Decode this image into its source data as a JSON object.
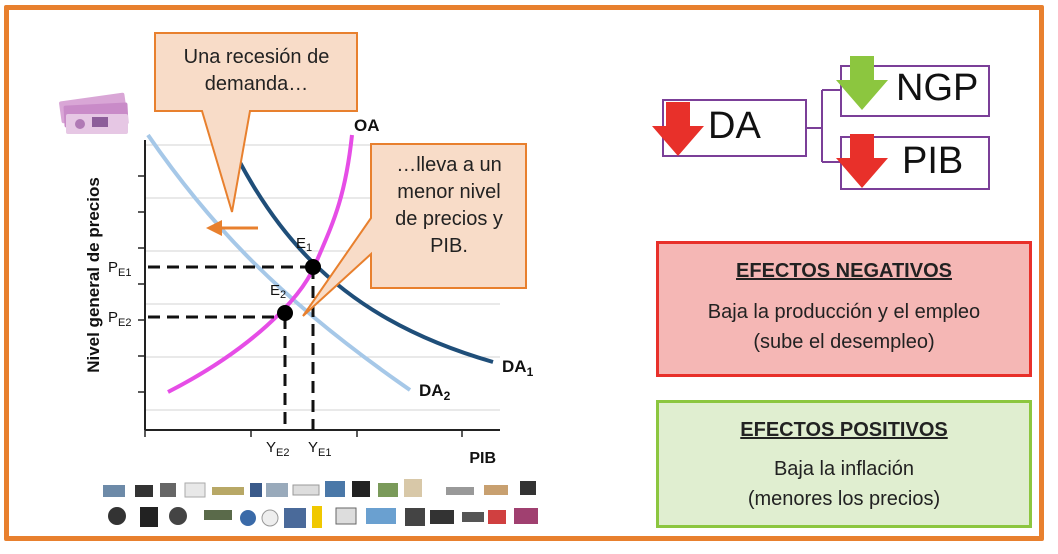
{
  "chart_data": {
    "type": "line",
    "ylabel": "Nivel general de precios",
    "xlabel": "PIB",
    "series": [
      {
        "name": "OA"
      },
      {
        "name": "DA1"
      },
      {
        "name": "DA2"
      }
    ],
    "points": [
      {
        "name": "E1",
        "x_label": "YE1",
        "y_label": "PE1"
      },
      {
        "name": "E2",
        "x_label": "YE2",
        "y_label": "PE2"
      }
    ],
    "labels": {
      "oa": "OA",
      "da": "DA",
      "sub1": "1",
      "sub2": "2",
      "e": "E",
      "p": "P",
      "y": "Y",
      "e1_sub": "E1",
      "e2_sub": "E2"
    }
  },
  "callout1": {
    "line1": "Una recesión de",
    "line2": "demanda…"
  },
  "callout2": {
    "line1": "…lleva a un",
    "line2": "menor nivel",
    "line3": "de precios y",
    "line4": "PIB."
  },
  "summary": {
    "da_label": "DA",
    "ngp_label": "NGP",
    "pib_label": "PIB",
    "colors": {
      "down_arrow": "#E8302A",
      "ngp_arrow": "#8CC63F",
      "box_border": "#7B3F98"
    }
  },
  "negative": {
    "title": "EFECTOS NEGATIVOS",
    "line1": "Baja la producción y el empleo",
    "line2": "(sube el desempleo)",
    "colors": {
      "fill": "#F5B7B5",
      "border": "#E8302A"
    }
  },
  "positive": {
    "title": "EFECTOS POSITIVOS",
    "line1": "Baja la inflación",
    "line2": "(menores los precios)",
    "colors": {
      "fill": "#E0EED0",
      "border": "#8CC63F"
    }
  },
  "decor": {
    "banknotes": "euro-banknotes-icon",
    "goods": "consumer-goods-icon"
  }
}
